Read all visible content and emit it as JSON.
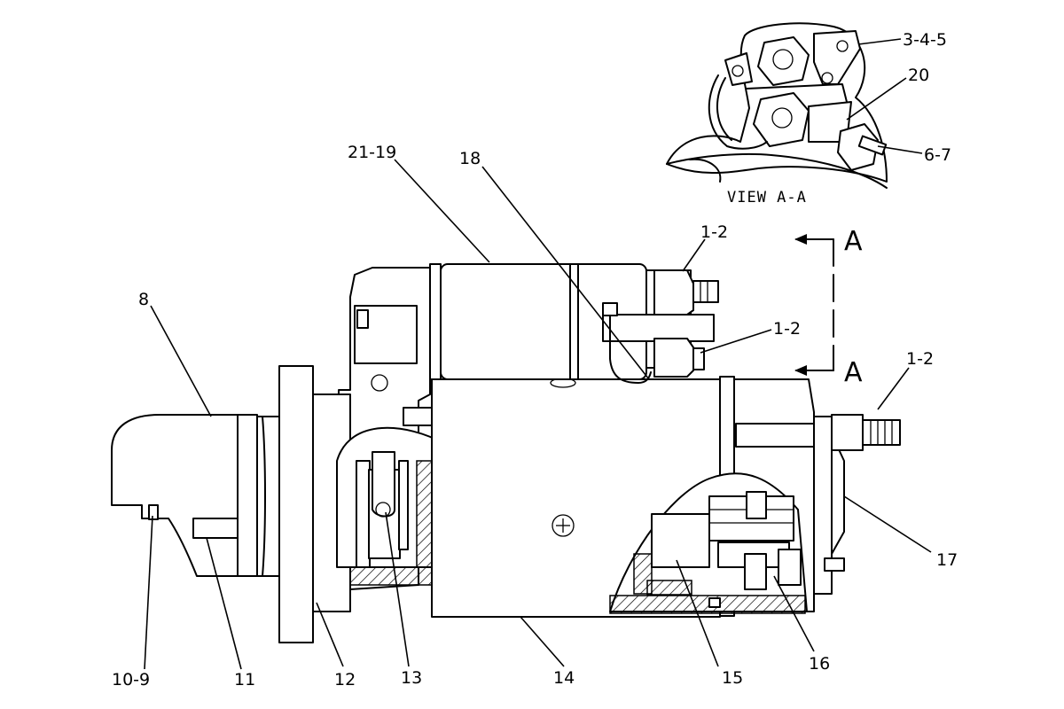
{
  "view_caption": "VIEW A-A",
  "section_letters": [
    "A",
    "A"
  ],
  "callouts": {
    "c_3_4_5": "3-4-5",
    "c_20": "20",
    "c_6_7": "6-7",
    "c_21_19": "21-19",
    "c_18": "18",
    "c_1_2_top": "1-2",
    "c_1_2_mid": "1-2",
    "c_1_2_right": "1-2",
    "c_8": "8",
    "c_17": "17",
    "c_10_9": "10-9",
    "c_11": "11",
    "c_12": "12",
    "c_13": "13",
    "c_14": "14",
    "c_15": "15",
    "c_16": "16"
  }
}
